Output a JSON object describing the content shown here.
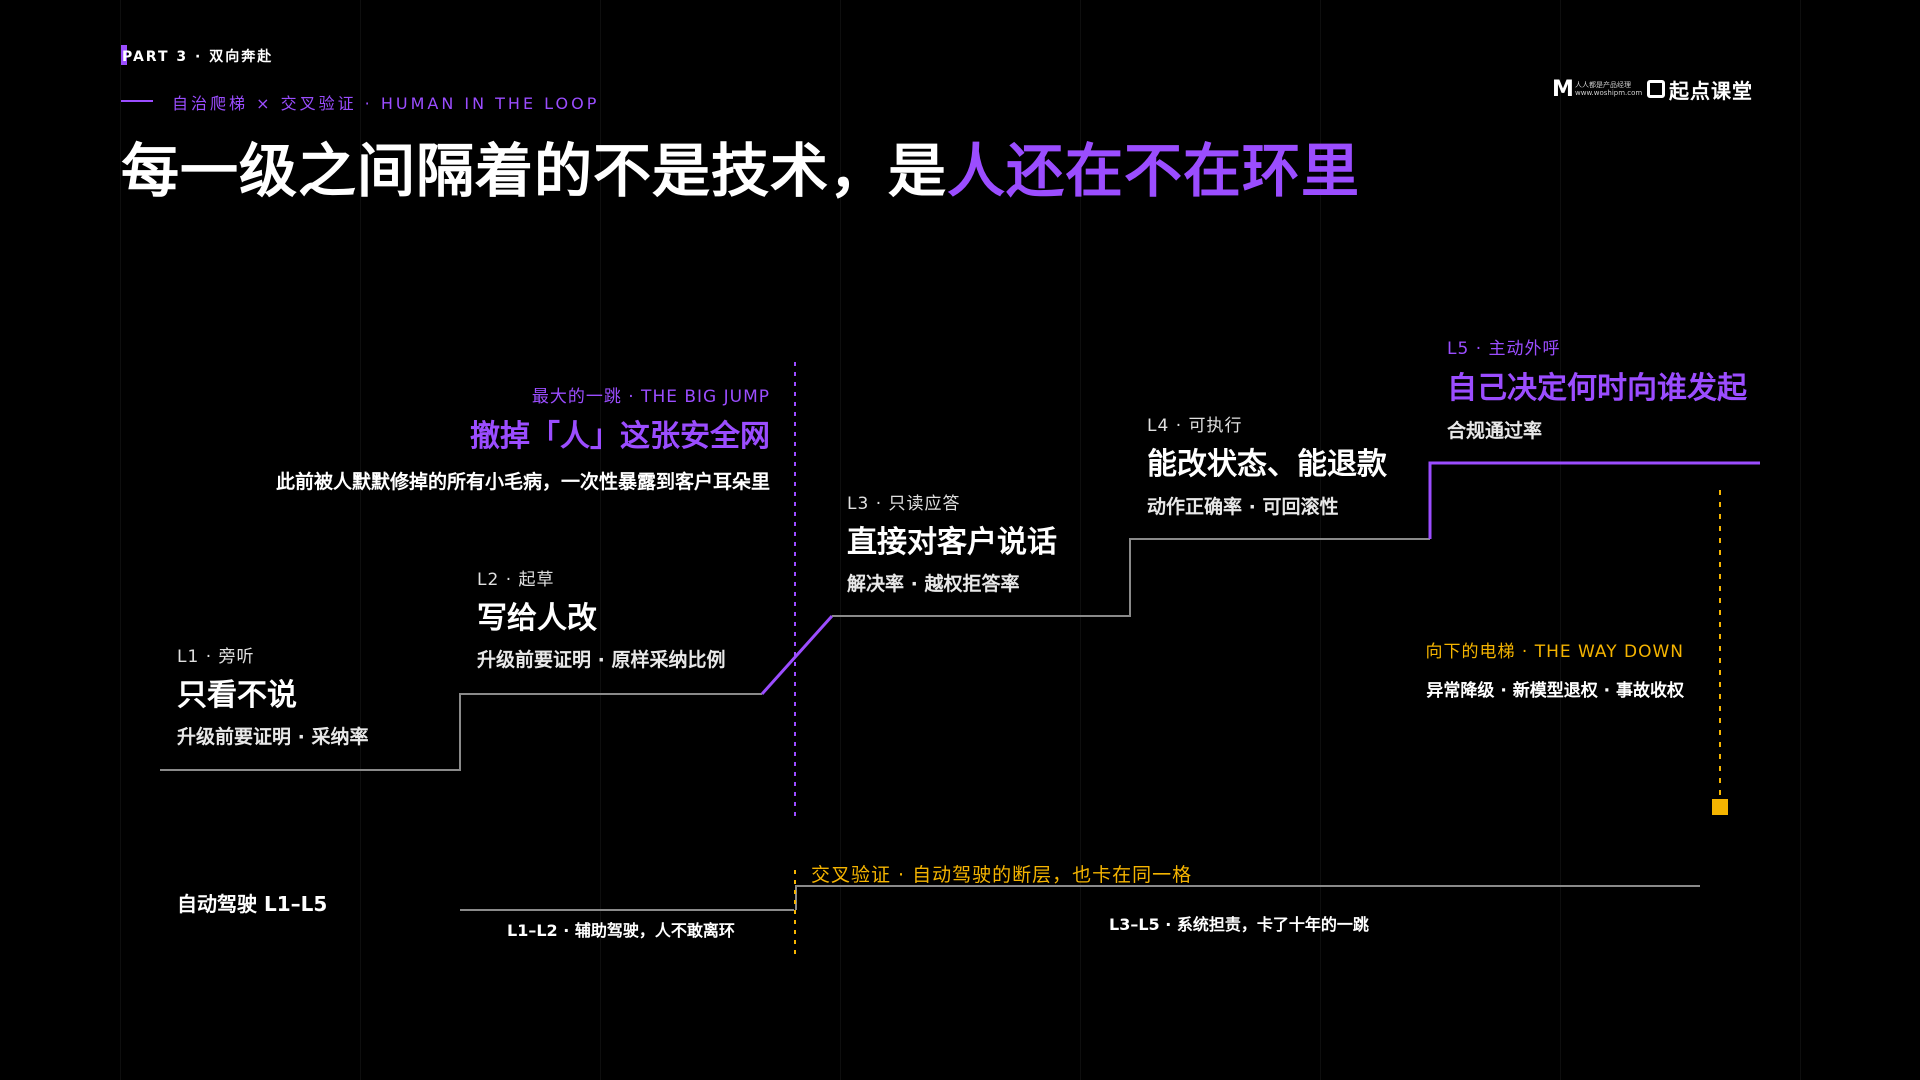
{
  "header": {
    "part": "PART 3 · 双向奔赴",
    "subtitle": "自治爬梯 × 交叉验证 · HUMAN IN THE LOOP",
    "title_main": "每一级之间隔着的不是技术，是",
    "title_accent": "人还在不在环里"
  },
  "logo": {
    "mark": "M",
    "small_line1": "人人都是产品经理",
    "small_line2": "www.woshipm.com",
    "brand": "起点课堂"
  },
  "levels": [
    {
      "label": "L1 · 旁听",
      "title": "只看不说",
      "metric": "升级前要证明 · 采纳率"
    },
    {
      "label": "L2 · 起草",
      "title": "写给人改",
      "metric": "升级前要证明 · 原样采纳比例"
    },
    {
      "label": "L3 · 只读应答",
      "title": "直接对客户说话",
      "metric": "解决率 · 越权拒答率"
    },
    {
      "label": "L4 · 可执行",
      "title": "能改状态、能退款",
      "metric": "动作正确率 · 可回滚性"
    },
    {
      "label": "L5 · 主动外呼",
      "title": "自己决定何时向谁发起",
      "metric": "合规通过率"
    }
  ],
  "big_jump": {
    "label": "最大的一跳 · THE BIG JUMP",
    "title": "撤掉「人」这张安全网",
    "desc": "此前被人默默修掉的所有小毛病，一次性暴露到客户耳朵里"
  },
  "way_down": {
    "label": "向下的电梯 · THE WAY DOWN",
    "desc": "异常降级 · 新模型退权 · 事故收权"
  },
  "autodrive": {
    "label": "自动驾驶 L1–L5",
    "left": "L1–L2 · 辅助驾驶，人不敢离环",
    "right": "L3–L5 · 系统担责，卡了十年的一跳",
    "cross": "交叉验证 · 自动驾驶的断层，也卡在同一格"
  },
  "colors": {
    "accent_purple": "#9b4dff",
    "accent_yellow": "#f5b400",
    "background": "#000000",
    "stair_line": "#8a8a8a"
  }
}
